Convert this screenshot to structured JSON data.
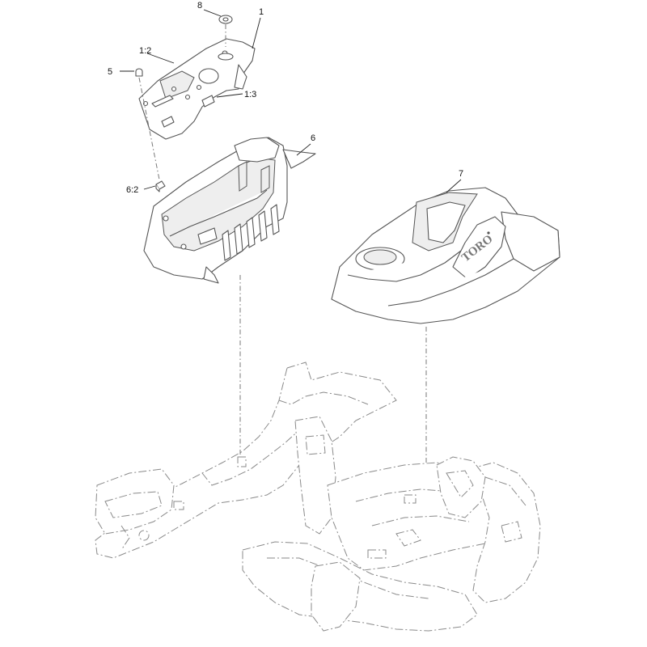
{
  "callouts": [
    {
      "id": "1",
      "label": "1"
    },
    {
      "id": "1-2",
      "label": "1:2"
    },
    {
      "id": "1-3",
      "label": "1:3"
    },
    {
      "id": "5",
      "label": "5"
    },
    {
      "id": "6",
      "label": "6"
    },
    {
      "id": "6-2",
      "label": "6:2"
    },
    {
      "id": "7",
      "label": "7"
    },
    {
      "id": "8",
      "label": "8"
    }
  ],
  "brand_label": "TORO"
}
